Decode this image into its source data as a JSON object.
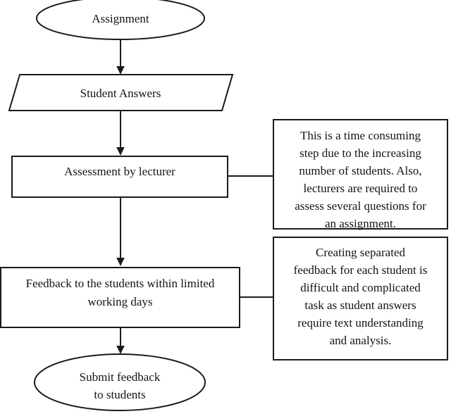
{
  "figure": {
    "type": "flowchart",
    "background": "#ffffff",
    "stroke_color": "#1a1a1a"
  },
  "nodes": {
    "assignment": {
      "shape": "ellipse",
      "label": "Assignment"
    },
    "student_answers": {
      "shape": "parallelogram",
      "label": "Student Answers"
    },
    "assessment": {
      "shape": "rectangle",
      "label": "Assessment by lecturer"
    },
    "feedback": {
      "shape": "rectangle",
      "lines": [
        "Feedback to the students within limited",
        "working days"
      ]
    },
    "submit": {
      "shape": "ellipse",
      "lines": [
        "Submit feedback",
        "to students"
      ]
    }
  },
  "annotations": {
    "time_consuming": {
      "attached_to": "assessment",
      "lines": [
        "This is a time consuming",
        "step due to the increasing",
        "number of students. Also,",
        "lecturers are required to",
        "assess several questions for",
        "an assignment."
      ]
    },
    "separated_feedback": {
      "attached_to": "feedback",
      "lines": [
        "Creating separated",
        "feedback for each student is",
        "difficult and complicated",
        "task as student answers",
        "require text understanding",
        "and analysis."
      ]
    }
  },
  "edges": [
    {
      "from": "assignment",
      "to": "student_answers",
      "style": "arrow"
    },
    {
      "from": "student_answers",
      "to": "assessment",
      "style": "arrow"
    },
    {
      "from": "assessment",
      "to": "feedback",
      "style": "arrow"
    },
    {
      "from": "feedback",
      "to": "submit",
      "style": "arrow"
    },
    {
      "from": "assessment",
      "to": "time_consuming",
      "style": "plain"
    },
    {
      "from": "feedback",
      "to": "separated_feedback",
      "style": "plain"
    }
  ]
}
